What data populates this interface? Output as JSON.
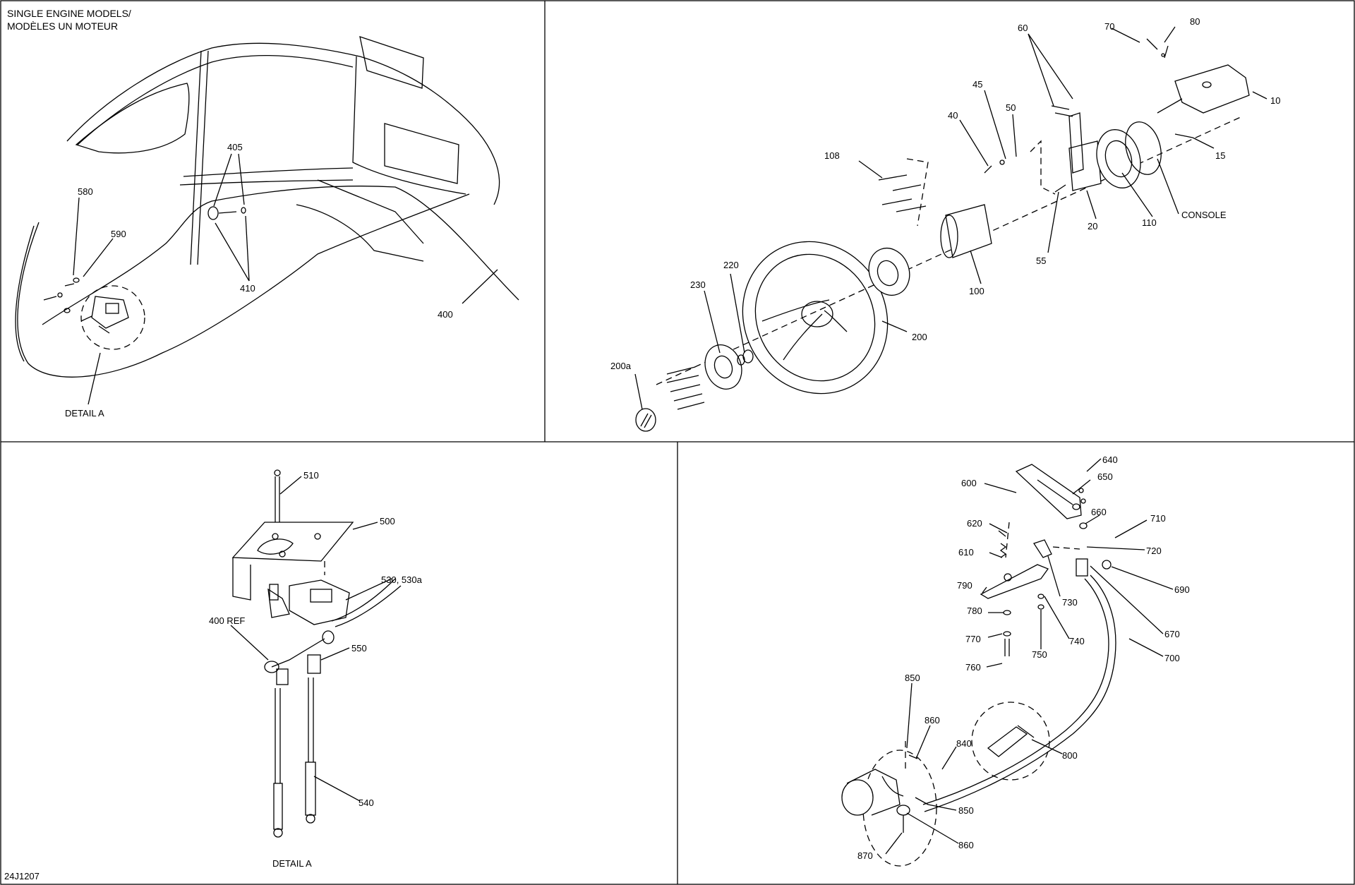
{
  "header": {
    "line1": "SINGLE ENGINE MODELS/",
    "line2": "MODÈLES UN MOTEUR"
  },
  "panel_tl": {
    "callouts": [
      "580",
      "590",
      "405",
      "410",
      "400"
    ],
    "detail_label": "DETAIL A"
  },
  "panel_tr": {
    "callouts": [
      "60",
      "70",
      "80",
      "10",
      "15",
      "45",
      "50",
      "40",
      "108",
      "20",
      "110",
      "55",
      "100",
      "220",
      "230",
      "200",
      "200a"
    ],
    "console_label": "CONSOLE"
  },
  "panel_bl": {
    "callouts": [
      "510",
      "500",
      "530, 530a",
      "400 REF",
      "550",
      "540"
    ],
    "detail_label": "DETAIL A",
    "drawing_number": "24J1207"
  },
  "panel_br": {
    "callouts": [
      "640",
      "650",
      "600",
      "620",
      "660",
      "710",
      "610",
      "720",
      "690",
      "790",
      "730",
      "780",
      "670",
      "740",
      "770",
      "750",
      "760",
      "700",
      "850",
      "860",
      "840",
      "800",
      "850",
      "860",
      "870"
    ]
  }
}
